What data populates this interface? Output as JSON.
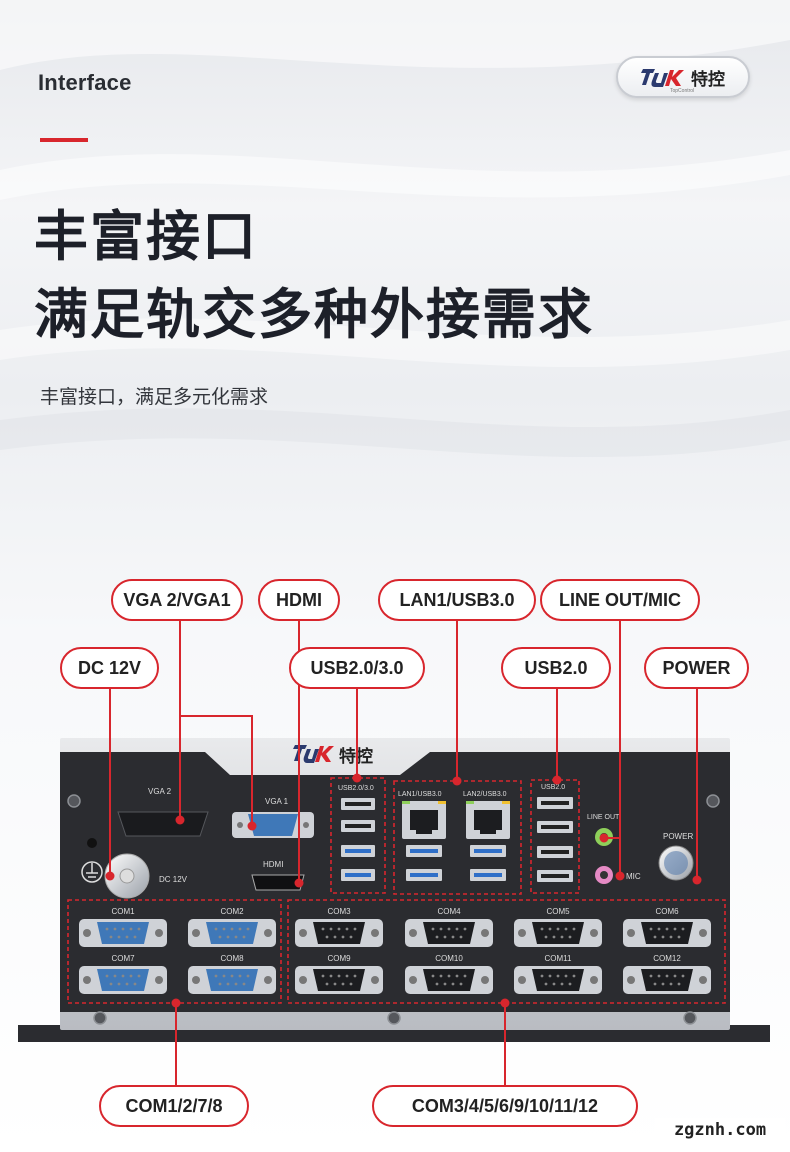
{
  "header": {
    "title": "Interface",
    "brand_name": "特控",
    "brand_sub": "TopControl"
  },
  "headline": {
    "line1": "丰富接口",
    "line2": "满足轨交多种外接需求"
  },
  "subtitle": "丰富接口，满足多元化需求",
  "callouts": {
    "vga": "VGA 2/VGA1",
    "hdmi": "HDMI",
    "lan": "LAN1/USB3.0",
    "lineout_mic": "LINE OUT/MIC",
    "dc": "DC 12V",
    "usb23": "USB2.0/3.0",
    "usb2": "USB2.0",
    "power": "POWER",
    "com_a": "COM1/2/7/8",
    "com_b": "COM3/4/5/6/9/10/11/12"
  },
  "panel": {
    "brand": "特控",
    "vga2": "VGA 2",
    "vga1": "VGA 1",
    "hdmi": "HDMI",
    "dc": "DC 12V",
    "usb23": "USB2.0/3.0",
    "lan1": "LAN1/USB3.0",
    "lan2": "LAN2/USB3.0",
    "usb2": "USB2.0",
    "lineout": "LINE OUT",
    "mic": "MIC",
    "power": "POWER",
    "com": [
      "COM1",
      "COM2",
      "COM7",
      "COM8",
      "COM3",
      "COM4",
      "COM5",
      "COM6",
      "COM9",
      "COM10",
      "COM11",
      "COM12"
    ]
  },
  "watermark": "zgznh.com",
  "colors": {
    "accent_red": "#d8262d",
    "panel_dark": "#2b2c30",
    "usb3_blue": "#2f6fc8",
    "serial_blue": "#3f78b8",
    "line_out_green": "#8ecf5a",
    "mic_pink": "#e58ac4"
  }
}
